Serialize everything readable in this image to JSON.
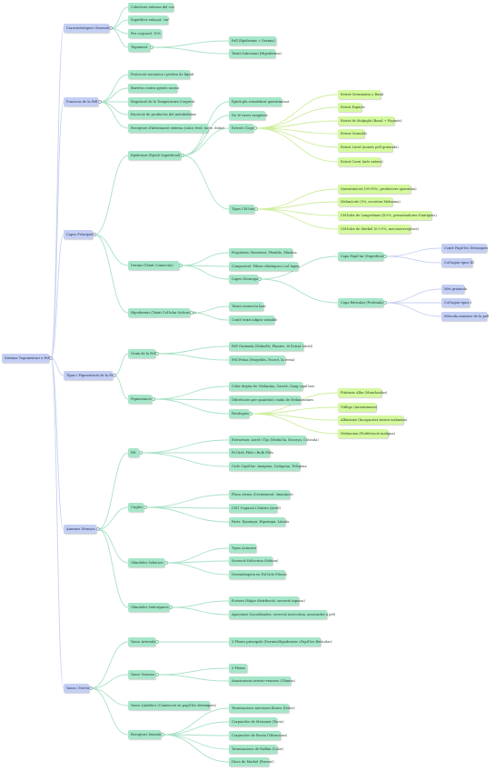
{
  "colors": {
    "root": "#c4cff3",
    "branch": "#c4cff3",
    "leaf": "#a6e6c9",
    "accent": "#d4f99e",
    "edge_blue": "#c7d2f2",
    "edge_green": "#a9e2c6",
    "edge_lime": "#cdee9c"
  },
  "nodes": [
    {
      "id": "root",
      "label": "Sistema Tegumentari o Pell",
      "color": "blue"
    },
    {
      "id": "b1",
      "label": "Característiques Generals",
      "color": "blue"
    },
    {
      "id": "b1c1",
      "label": "Coberture externa del cos",
      "color": "mint"
    },
    {
      "id": "b1c2",
      "label": "Superfície enlaçat: 2m²",
      "color": "mint"
    },
    {
      "id": "b1c3",
      "label": "Pes corporal: 15%",
      "color": "mint"
    },
    {
      "id": "b1c4",
      "label": "Tegument",
      "color": "mint"
    },
    {
      "id": "b1c4a",
      "label": "Pell (Epidermis + Dermis)",
      "color": "mint"
    },
    {
      "id": "b1c4b",
      "label": "Teixit Subcutani (Hipodermis)",
      "color": "mint"
    },
    {
      "id": "b2",
      "label": "Funcions de la Pell",
      "color": "blue"
    },
    {
      "id": "b2c1",
      "label": "Protecció mecànica i pèrdua de líquid",
      "color": "mint"
    },
    {
      "id": "b2c2",
      "label": "Barrera contra agents nocius",
      "color": "mint"
    },
    {
      "id": "b2c3",
      "label": "Regulació de la Temperatura Corporal",
      "color": "mint"
    },
    {
      "id": "b2c4",
      "label": "Excreció de productes del metabolisme",
      "color": "mint"
    },
    {
      "id": "b2c5",
      "label": "Receptors d'informació externa (calor, fred, tacte, dolor)",
      "color": "mint"
    },
    {
      "id": "b3",
      "label": "Capes Principals",
      "color": "blue"
    },
    {
      "id": "ep",
      "label": "Epidermis (Epteli Superficial)",
      "color": "mint"
    },
    {
      "id": "ep1",
      "label": "Epteli pla estratificat queratinitzat",
      "color": "mint"
    },
    {
      "id": "ep2",
      "label": "No té vasos sanguinis",
      "color": "mint"
    },
    {
      "id": "ep3",
      "label": "Estrats (Capes)",
      "color": "mint"
    },
    {
      "id": "ep3a",
      "label": "Estrat Germinatiu o Basal",
      "color": "lime"
    },
    {
      "id": "ep3b",
      "label": "Estrat Espinós",
      "color": "lime"
    },
    {
      "id": "ep3c",
      "label": "Estrat de Malpighi (Basal + Espinós)",
      "color": "lime"
    },
    {
      "id": "ep3d",
      "label": "Estrat Granulós",
      "color": "lime"
    },
    {
      "id": "ep3e",
      "label": "Estrat Lúcid (només pell gruixuda)",
      "color": "lime"
    },
    {
      "id": "ep3f",
      "label": "Estrat Corni (més extern)",
      "color": "lime"
    },
    {
      "id": "ep4",
      "label": "Tipus Cèl·lules",
      "color": "mint"
    },
    {
      "id": "ep4a",
      "label": "Queratinòcits (90-95%, productors queratina)",
      "color": "lime"
    },
    {
      "id": "ep4b",
      "label": "Melanòcits (5%, secreten Melanina)",
      "color": "lime"
    },
    {
      "id": "ep4c",
      "label": "Cèl·lules de Langerhans (4-5%, presentadores d'antígens)",
      "color": "lime"
    },
    {
      "id": "ep4d",
      "label": "Cèl·lules de Merkel (0.5-5%, mecanoreceptors)",
      "color": "lime"
    },
    {
      "id": "de",
      "label": "Dermis (Teixit Connectiu)",
      "color": "mint"
    },
    {
      "id": "de1",
      "label": "Propietats: Resistent, Flexible, Elàstica",
      "color": "mint"
    },
    {
      "id": "de2",
      "label": "Composició: Fibres elàstiques i col·lagen",
      "color": "mint"
    },
    {
      "id": "de3",
      "label": "Capes Dèrmiques",
      "color": "mint"
    },
    {
      "id": "de3a",
      "label": "Capa Papil·lar (Superficial)",
      "color": "mint"
    },
    {
      "id": "de3a1",
      "label": "Conté Papil·les Dèrmiques",
      "color": "blue"
    },
    {
      "id": "de3a2",
      "label": "Col·lagen tipus III",
      "color": "blue"
    },
    {
      "id": "de3b",
      "label": "Capa Reticular (Profunda)",
      "color": "mint"
    },
    {
      "id": "de3b1",
      "label": "Més gruixuda",
      "color": "blue"
    },
    {
      "id": "de3b2",
      "label": "Col·lagen tipus I",
      "color": "blue"
    },
    {
      "id": "de3b3",
      "label": "Mèscula annexes de la pell",
      "color": "blue"
    },
    {
      "id": "hi",
      "label": "Hipodermis (Teixit Cel·lular Subcutani)",
      "color": "mint"
    },
    {
      "id": "hi1",
      "label": "Teixit connectiu laxe",
      "color": "mint"
    },
    {
      "id": "hi2",
      "label": "Conté teixit adipós variable",
      "color": "mint"
    },
    {
      "id": "b4",
      "label": "Tipus i Pigmentació de la Pell",
      "color": "blue"
    },
    {
      "id": "gr",
      "label": "Gruix de la Pell",
      "color": "mint"
    },
    {
      "id": "gr1",
      "label": "Pell Gruixuda (Palmells, Plantes, té Estrat Lúcid)",
      "color": "mint"
    },
    {
      "id": "gr2",
      "label": "Pell Prima (Parpelles, Escrot, la resta)",
      "color": "mint"
    },
    {
      "id": "pg",
      "label": "Pigmentació",
      "color": "mint"
    },
    {
      "id": "pg1",
      "label": "Color depèn de: Melanina, Carotè, Sang capil·lars",
      "color": "mint"
    },
    {
      "id": "pg2",
      "label": "Diferències per quantitat i mida de Melanosomes",
      "color": "mint"
    },
    {
      "id": "pg3",
      "label": "Patologies",
      "color": "mint"
    },
    {
      "id": "pg3a",
      "label": "Pitiriasis Alba (Manchaidas)",
      "color": "lime"
    },
    {
      "id": "pg3b",
      "label": "Vitíligo (Autoimmune)",
      "color": "lime"
    },
    {
      "id": "pg3c",
      "label": "Albinisme (Incapacitat sintesi melanina)",
      "color": "lime"
    },
    {
      "id": "pg3d",
      "label": "Melanoma (Proliferació maligna)",
      "color": "lime"
    },
    {
      "id": "b5",
      "label": "Annexes Dèrmics",
      "color": "blue"
    },
    {
      "id": "pe",
      "label": "Pèl",
      "color": "mint"
    },
    {
      "id": "pe1",
      "label": "Estructura: Arrel i Tija (Medul·la, Escorça, Cutícula)",
      "color": "mint"
    },
    {
      "id": "pe2",
      "label": "Fol·licle Pilós i Bulb Pilós",
      "color": "mint"
    },
    {
      "id": "pe3",
      "label": "Cicle Capil·lar: Anàgena, Catàgena, Telògena",
      "color": "mint"
    },
    {
      "id": "un",
      "label": "Ungles",
      "color": "mint"
    },
    {
      "id": "un1",
      "label": "Placa còrnia (Creixement: 3mm/mes)",
      "color": "mint"
    },
    {
      "id": "un2",
      "label": "Cèl·l Ungueal i Matriu (Arrel)",
      "color": "mint"
    },
    {
      "id": "un3",
      "label": "Parts: Eponiqui, Hiponiqui, Lúnula",
      "color": "mint"
    },
    {
      "id": "gs",
      "label": "Glàndules Sebàcies",
      "color": "mint"
    },
    {
      "id": "gs1",
      "label": "Tipus Acinoses",
      "color": "mint"
    },
    {
      "id": "gs2",
      "label": "Secreció Holocrina (Sebum)",
      "color": "mint"
    },
    {
      "id": "gs3",
      "label": "Desemboquen en Fol·licle Pilosos",
      "color": "mint"
    },
    {
      "id": "gu",
      "label": "Glàndules Sudorípares",
      "color": "mint"
    },
    {
      "id": "gu1",
      "label": "Ecrines (Major distribució, secreció aquosa)",
      "color": "mint"
    },
    {
      "id": "gu2",
      "label": "Apocrines (Localitzades, secreció mercorina, associades a pèl)",
      "color": "mint"
    },
    {
      "id": "b6",
      "label": "Vasos i Nervis",
      "color": "blue"
    },
    {
      "id": "va",
      "label": "Vasos Arterials",
      "color": "mint"
    },
    {
      "id": "va1",
      "label": "3 Plexes principals (Dermis/Hipodermis i Papil·les Reticular)",
      "color": "mint"
    },
    {
      "id": "vv",
      "label": "Vasos Venosos",
      "color": "mint"
    },
    {
      "id": "vv1",
      "label": "3 Plexes",
      "color": "mint"
    },
    {
      "id": "vv2",
      "label": "Anastomosis arterio-venoses (Glomus)",
      "color": "mint"
    },
    {
      "id": "vl",
      "label": "Vasos Limfàtics (Comencen en papil·les dèrmiques)",
      "color": "mint"
    },
    {
      "id": "rs",
      "label": "Receptors Sensitius",
      "color": "mint"
    },
    {
      "id": "rs1",
      "label": "Terminacions nervioses lliures (Dolor)",
      "color": "mint"
    },
    {
      "id": "rs2",
      "label": "Corpuscles de Meissner (Tacte)",
      "color": "mint"
    },
    {
      "id": "rs3",
      "label": "Corpuscles de Pacini (Vibracions)",
      "color": "mint"
    },
    {
      "id": "rs4",
      "label": "Terminacions de Ruffini (Calor)",
      "color": "mint"
    },
    {
      "id": "rs5",
      "label": "Discs de Merkel (Pressió)",
      "color": "mint"
    }
  ]
}
